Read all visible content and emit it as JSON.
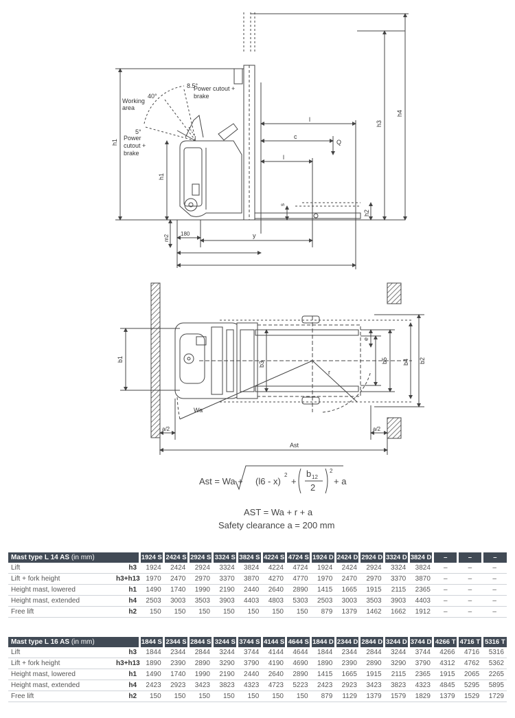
{
  "side_view": {
    "angles": {
      "a40": "40°",
      "a85": "8.5°",
      "a5": "5°"
    },
    "notes": {
      "working_area": "Working area",
      "cutout_top": "Power cutout + brake",
      "cutout_side": "Power cutout + brake"
    },
    "dims": {
      "h1_outer": "h1",
      "h1_inner": "h1",
      "h3": "h3",
      "h4": "h4",
      "l": "l",
      "c": "c",
      "l_inner": "l",
      "Q": "Q",
      "s": "s",
      "h2": "h2",
      "m2": "m2",
      "d180": "180",
      "y": "y"
    }
  },
  "top_view": {
    "dims": {
      "b1": "b1",
      "b3": "b3",
      "b5": "b5",
      "b4": "b4",
      "b2": "b2",
      "e": "e",
      "r": "r",
      "wa": "Wa",
      "a2_left": "a/2",
      "a2_right": "a/2",
      "ast": "Ast"
    }
  },
  "formulas": {
    "ast_prefix": "Ast = Wa +",
    "radicand_left": "(l6 - x)",
    "sup2a": "2",
    "plus": "+",
    "frac_num": "b",
    "frac_num_sub": "12",
    "frac_den": "2",
    "sup2b": "2",
    "tail": "+ a",
    "ast2": "AST = Wa + r + a",
    "clearance": "Safety clearance a = 200 mm"
  },
  "tables": [
    {
      "title": "Mast type L 14 AS",
      "unit": "(in mm)",
      "codes": [
        "1924 S",
        "2424 S",
        "2924 S",
        "3324 S",
        "3824 S",
        "4224 S",
        "4724 S",
        "1924 D",
        "2424 D",
        "2924 D",
        "3324 D",
        "3824 D",
        "–",
        "–",
        "–"
      ],
      "rows": [
        {
          "label": "Lift",
          "sym": "h3",
          "values": [
            "1924",
            "2424",
            "2924",
            "3324",
            "3824",
            "4224",
            "4724",
            "1924",
            "2424",
            "2924",
            "3324",
            "3824",
            "–",
            "–",
            "–"
          ]
        },
        {
          "label": "Lift + fork height",
          "sym": "h3+h13",
          "values": [
            "1970",
            "2470",
            "2970",
            "3370",
            "3870",
            "4270",
            "4770",
            "1970",
            "2470",
            "2970",
            "3370",
            "3870",
            "–",
            "–",
            "–"
          ]
        },
        {
          "label": "Height mast, lowered",
          "sym": "h1",
          "values": [
            "1490",
            "1740",
            "1990",
            "2190",
            "2440",
            "2640",
            "2890",
            "1415",
            "1665",
            "1915",
            "2115",
            "2365",
            "–",
            "–",
            "–"
          ]
        },
        {
          "label": "Height mast, extended",
          "sym": "h4",
          "values": [
            "2503",
            "3003",
            "3503",
            "3903",
            "4403",
            "4803",
            "5303",
            "2503",
            "3003",
            "3503",
            "3903",
            "4403",
            "–",
            "–",
            "–"
          ]
        },
        {
          "label": "Free lift",
          "sym": "h2",
          "values": [
            "150",
            "150",
            "150",
            "150",
            "150",
            "150",
            "150",
            "879",
            "1379",
            "1462",
            "1662",
            "1912",
            "–",
            "–",
            "–"
          ]
        }
      ]
    },
    {
      "title": "Mast type L 16 AS",
      "unit": "(in mm)",
      "codes": [
        "1844 S",
        "2344 S",
        "2844 S",
        "3244 S",
        "3744 S",
        "4144 S",
        "4644 S",
        "1844 D",
        "2344 D",
        "2844 D",
        "3244 D",
        "3744 D",
        "4266 T",
        "4716 T",
        "5316 T"
      ],
      "rows": [
        {
          "label": "Lift",
          "sym": "h3",
          "values": [
            "1844",
            "2344",
            "2844",
            "3244",
            "3744",
            "4144",
            "4644",
            "1844",
            "2344",
            "2844",
            "3244",
            "3744",
            "4266",
            "4716",
            "5316"
          ]
        },
        {
          "label": "Lift + fork height",
          "sym": "h3+h13",
          "values": [
            "1890",
            "2390",
            "2890",
            "3290",
            "3790",
            "4190",
            "4690",
            "1890",
            "2390",
            "2890",
            "3290",
            "3790",
            "4312",
            "4762",
            "5362"
          ]
        },
        {
          "label": "Height mast, lowered",
          "sym": "h1",
          "values": [
            "1490",
            "1740",
            "1990",
            "2190",
            "2440",
            "2640",
            "2890",
            "1415",
            "1665",
            "1915",
            "2115",
            "2365",
            "1915",
            "2065",
            "2265"
          ]
        },
        {
          "label": "Height mast, extended",
          "sym": "h4",
          "values": [
            "2423",
            "2923",
            "3423",
            "3823",
            "4323",
            "4723",
            "5223",
            "2423",
            "2923",
            "3423",
            "3823",
            "4323",
            "4845",
            "5295",
            "5895"
          ]
        },
        {
          "label": "Free lift",
          "sym": "h2",
          "values": [
            "150",
            "150",
            "150",
            "150",
            "150",
            "150",
            "150",
            "879",
            "1129",
            "1379",
            "1579",
            "1829",
            "1379",
            "1529",
            "1729"
          ]
        }
      ]
    }
  ]
}
